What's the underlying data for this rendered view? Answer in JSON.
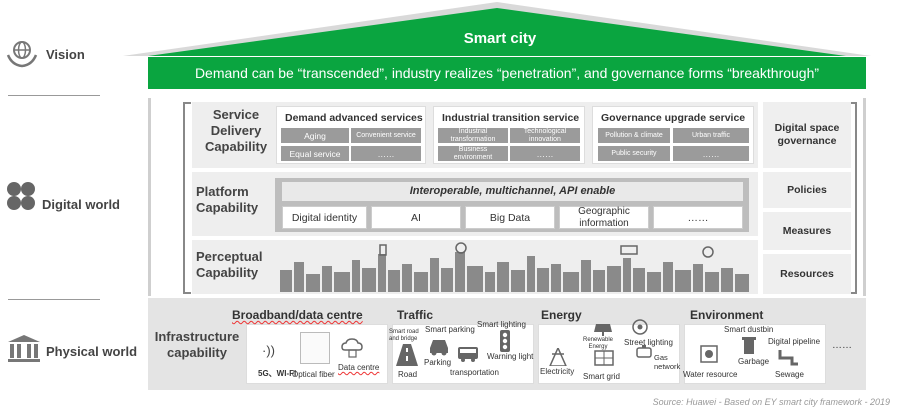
{
  "roof": {
    "title": "Smart city",
    "banner": "Demand can be “transcended”, industry realizes “penetration”, and governance forms “breakthrough”"
  },
  "side": {
    "vision": "Vision",
    "digital_world": "Digital world",
    "physical_world": "Physical world"
  },
  "service": {
    "label": "Service Delivery Capability",
    "demand": {
      "title": "Demand advanced services",
      "items": [
        "Aging",
        "Convenient service",
        "Equal service",
        "……"
      ]
    },
    "industrial": {
      "title": "Industrial transition service",
      "items": [
        "Industrial transformation",
        "Technological innovation",
        "Business environment",
        "……"
      ]
    },
    "governance": {
      "title": "Governance upgrade service",
      "items": [
        "Pollution & climate",
        "Urban traffic",
        "Public security",
        "……"
      ]
    }
  },
  "platform": {
    "label": "Platform Capability",
    "headline": "Interoperable, multichannel, API enable",
    "items": [
      "Digital identity",
      "AI",
      "Big Data",
      "Geographic information",
      "……"
    ]
  },
  "perceptual": {
    "label": "Perceptual Capability"
  },
  "right": [
    "Digital space governance",
    "Policies",
    "Measures",
    "Resources"
  ],
  "infra": {
    "label": "Infrastructure capability",
    "broadband": {
      "title": "Broadband/data centre",
      "items": [
        "5G、WI-FI",
        "Optical fiber",
        "Data centre"
      ]
    },
    "traffic": {
      "title": "Traffic",
      "items": [
        "Smart road and bridge",
        "Smart parking",
        "Smart lighting",
        "Road",
        "Parking",
        "Warning light",
        "transportation"
      ]
    },
    "energy": {
      "title": "Energy",
      "items": [
        "Renewable Energy",
        "Street lighting",
        "Electricity",
        "Smart grid",
        "Gas network"
      ]
    },
    "environment": {
      "title": "Environment",
      "items": [
        "Smart dustbin",
        "Digital pipeline",
        "Water resource",
        "Garbage",
        "Sewage",
        "……"
      ]
    }
  },
  "source": "Source: Huawei - Based on EY smart city framework - 2019",
  "colors": {
    "green": "#0aa540",
    "gray": "#9b9b9b"
  }
}
